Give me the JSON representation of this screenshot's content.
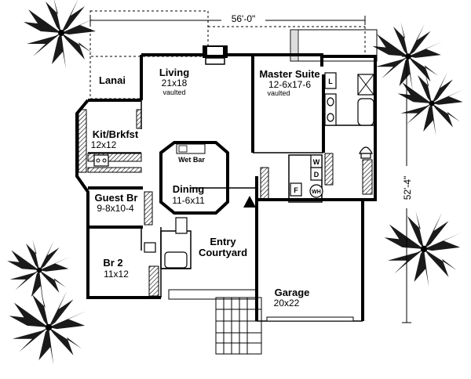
{
  "dimensions": {
    "width_label": "56'-0\"",
    "depth_label": "52'-4\""
  },
  "rooms": [
    {
      "key": "lanai",
      "name": "Lanai",
      "size": "",
      "note": ""
    },
    {
      "key": "living",
      "name": "Living",
      "size": "21x18",
      "note": "vaulted"
    },
    {
      "key": "master",
      "name": "Master Suite",
      "size": "12-6x17-6",
      "note": "vaulted"
    },
    {
      "key": "kitchen",
      "name": "Kit/Brkfst",
      "size": "12x12",
      "note": ""
    },
    {
      "key": "guest",
      "name": "Guest Br",
      "size": "9-8x10-4",
      "note": ""
    },
    {
      "key": "dining",
      "name": "Dining",
      "size": "11-6x11",
      "note": ""
    },
    {
      "key": "entry",
      "name": "Entry",
      "size": "Courtyard",
      "note": ""
    },
    {
      "key": "br2",
      "name": "Br 2",
      "size": "11x12",
      "note": ""
    },
    {
      "key": "garage",
      "name": "Garage",
      "size": "20x22",
      "note": ""
    }
  ],
  "labels": {
    "wet_bar": "Wet Bar",
    "linen": "L",
    "washer": "W",
    "dryer": "D",
    "furnace": "F",
    "water_heater": "WH"
  }
}
